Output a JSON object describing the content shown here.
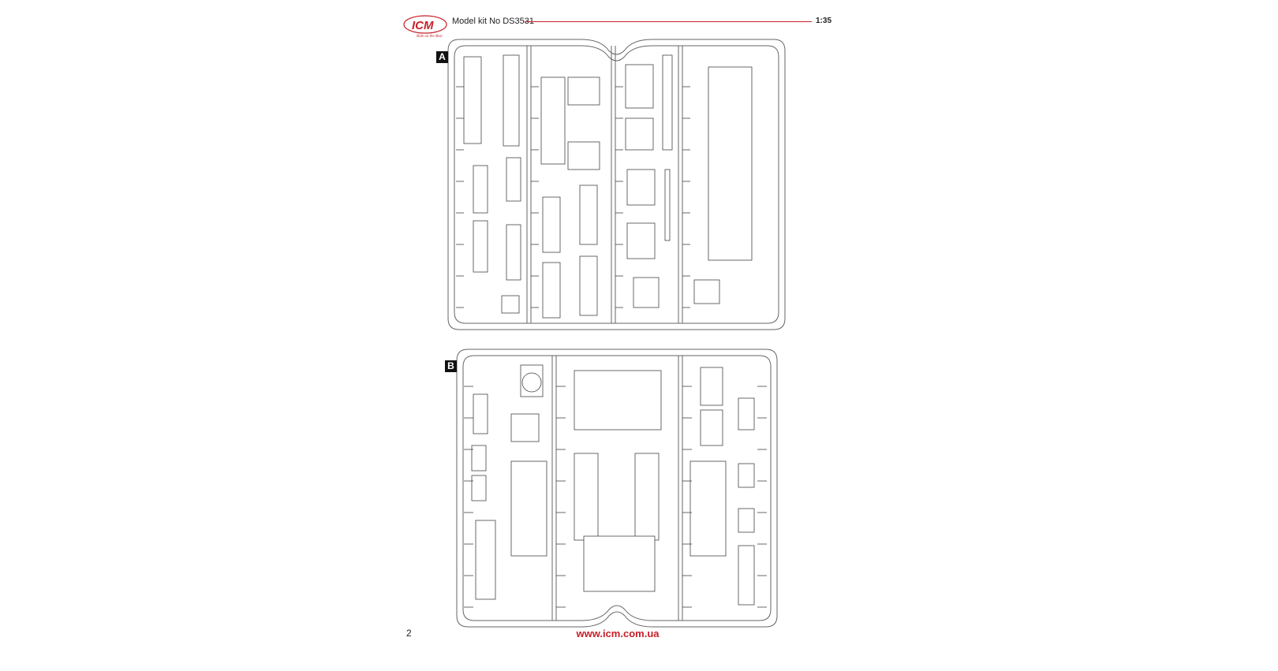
{
  "header": {
    "logo_text": "ICM",
    "logo_tagline": "Ride on the Best",
    "kit_title": "Model kit No DS3531",
    "scale": "1:35"
  },
  "sprues": [
    {
      "label": "A"
    },
    {
      "label": "B"
    }
  ],
  "footer": {
    "page_number": "2",
    "website": "www.icm.com.ua"
  },
  "colors": {
    "accent": "#c8202a",
    "line": "#555555"
  }
}
